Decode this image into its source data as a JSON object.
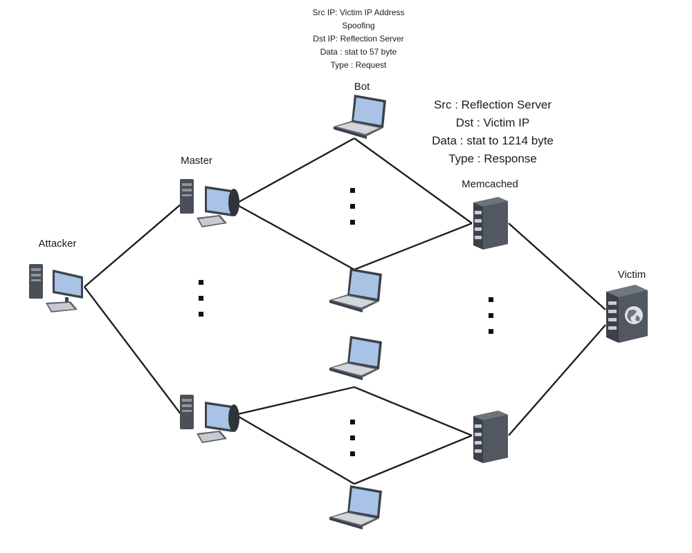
{
  "labels": {
    "bot": "Bot",
    "master": "Master",
    "attacker": "Attacker",
    "memcached": "Memcached",
    "victim": "Victim"
  },
  "request_info": {
    "line1": "Src  IP: Victim IP Address",
    "line2": "Spoofing",
    "line3": "Dst  IP: Reflection Server",
    "line4": "Data : stat to 57 byte",
    "line5": "Type : Request"
  },
  "response_info": {
    "line1": "Src : Reflection Server",
    "line2": "Dst : Victim IP",
    "line3": "Data : stat to 1214 byte",
    "line4": "Type : Response"
  },
  "colors": {
    "link": "#1e1e1e",
    "server_dark": "#3c4148",
    "screen_blue": "#a9c3e6"
  }
}
